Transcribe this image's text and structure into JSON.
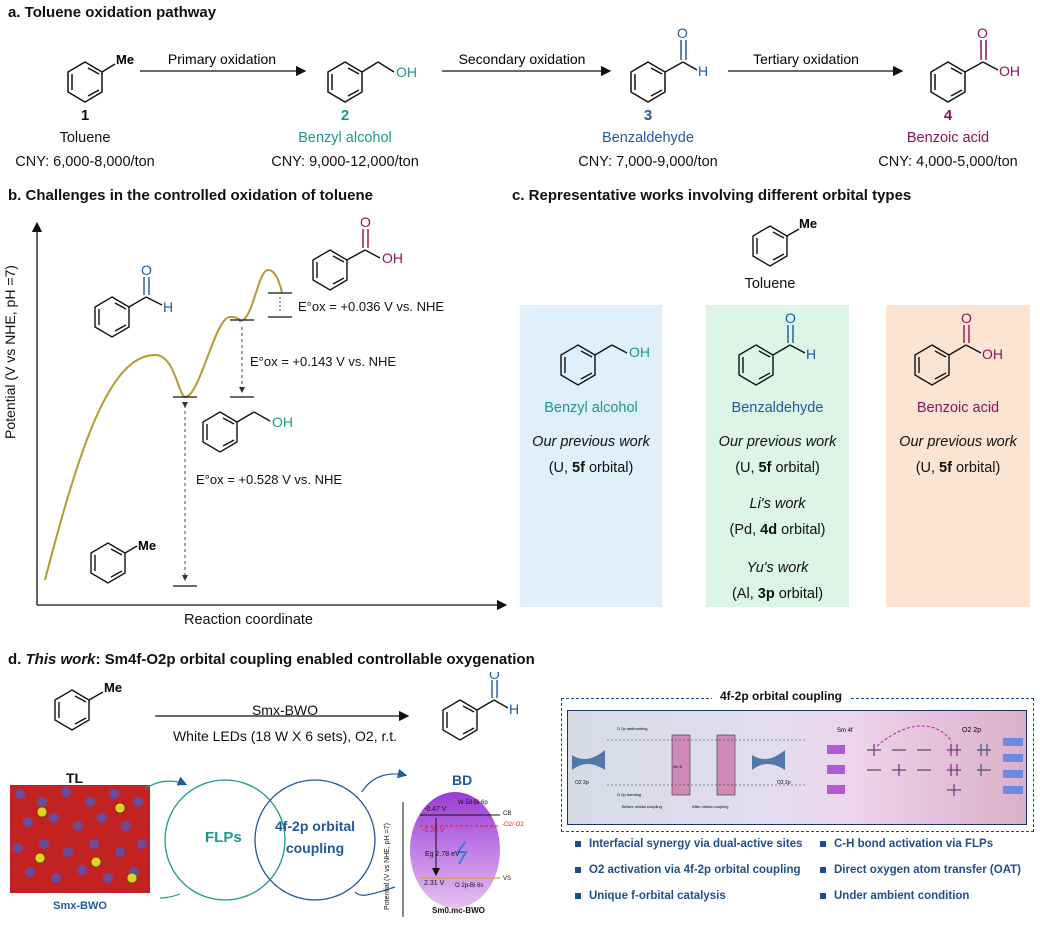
{
  "panel_a": {
    "title": "a. Toluene oxidation pathway",
    "steps": [
      "Primary oxidation",
      "Secondary  oxidation",
      "Tertiary  oxidation"
    ],
    "compounds": [
      {
        "num": "1",
        "name": "Toluene",
        "price": "CNY: 6,000-8,000/ton",
        "group": "Me"
      },
      {
        "num": "2",
        "name": "Benzyl alcohol",
        "price": "CNY: 9,000-12,000/ton",
        "group": "OH"
      },
      {
        "num": "3",
        "name": "Benzaldehyde",
        "price": "CNY: 7,000-9,000/ton",
        "group": "H",
        "o": "O"
      },
      {
        "num": "4",
        "name": "Benzoic acid",
        "price": "CNY: 4,000-5,000/ton",
        "group": "OH",
        "o": "O"
      }
    ],
    "colors": {
      "teal": "#1a9a8c",
      "blue": "#1f5a9c",
      "purple": "#8a1457"
    }
  },
  "panel_b": {
    "title": "b. Challenges in the controlled oxidation of toluene",
    "ylabel": "Potential (V vs NHE, pH =7)",
    "xlabel": "Reaction coordinate",
    "e1": "E°ox = +0.528 V vs. NHE",
    "e2": "E°ox = +0.143 V vs. NHE",
    "e3": "E°ox = +0.036 V vs. NHE",
    "me": "Me",
    "oh": "OH",
    "h": "H",
    "o": "O",
    "curve_color": "#b39b2e"
  },
  "panel_c": {
    "title": "c. Representative works involving different orbital types",
    "toluene": "Toluene",
    "me": "Me",
    "cols": [
      {
        "name": "Benzyl alcohol",
        "works": [
          {
            "who": "Our previous work",
            "detail_pre": "(U, ",
            "orb": "5f",
            "detail_post": " orbital)"
          }
        ],
        "bg": "#dff0fb"
      },
      {
        "name": "Benzaldehyde",
        "works": [
          {
            "who": "Our previous work",
            "detail_pre": "(U, ",
            "orb": "5f",
            "detail_post": " orbital)"
          },
          {
            "who": "Li's work",
            "detail_pre": "(Pd, ",
            "orb": "4d",
            "detail_post": " orbital)"
          },
          {
            "who": "Yu's work",
            "detail_pre": "(Al, ",
            "orb": "3p",
            "detail_post": " orbital)"
          }
        ],
        "bg": "#dcf5e6"
      },
      {
        "name": "Benzoic acid",
        "works": [
          {
            "who": "Our previous work",
            "detail_pre": "(U, ",
            "orb": "5f",
            "detail_post": " orbital)"
          }
        ],
        "bg": "#fbe5d2"
      }
    ],
    "oh": "OH",
    "h": "H",
    "o": "O"
  },
  "panel_d": {
    "title_pre": "d. ",
    "title_ital": "This work",
    "title_post": ": Sm4f-O2p orbital coupling enabled controllable oxygenation",
    "catalyst": "Smx-BWO",
    "conditions": "White LEDs (18 W X 6 sets), O2, r.t.",
    "tl": "TL",
    "bd": "BD",
    "me": "Me",
    "h": "H",
    "o": "O",
    "catalyst_label": "Smx-BWO",
    "flps": "FLPs",
    "coupling1": "4f-2p orbital",
    "coupling2": "coupling",
    "band": {
      "ylabel": "Potential (V vs NHE, pH =7)",
      "cb": "-0.47 V",
      "o2": "-0.28 V",
      "vb": "2.31 V",
      "eg": "Eg 2.78 eV",
      "cb_lbl": "W 5d-Bi 6p",
      "vb_lbl": "O 2p-Bi 6s",
      "redox": "-O2/·O2",
      "bottom": "Sm0.mc-BWO",
      "cbt": "CB",
      "vbt": "VS"
    },
    "coupling_box_title": "4f-2p orbital coupling",
    "mo": {
      "o2p_left": "O2 2p",
      "o2p_right": "O2 2p",
      "smr": "Sm 4f",
      "o2_2p": "O2 2p",
      "before": "Before orbital coupling",
      "after": "After orbital coupling",
      "anti": "O 2p antibonding",
      "bond": "O 2p bonding",
      "sm4f": "Sm 4f"
    },
    "bullets": [
      "Interfacial synergy via dual-active sites",
      "C-H bond activation via FLPs",
      "O2 activation via 4f-2p orbital coupling",
      "Direct oxygen atom transfer (OAT)",
      "Unique f-orbital catalysis",
      "Under ambient condition"
    ]
  }
}
